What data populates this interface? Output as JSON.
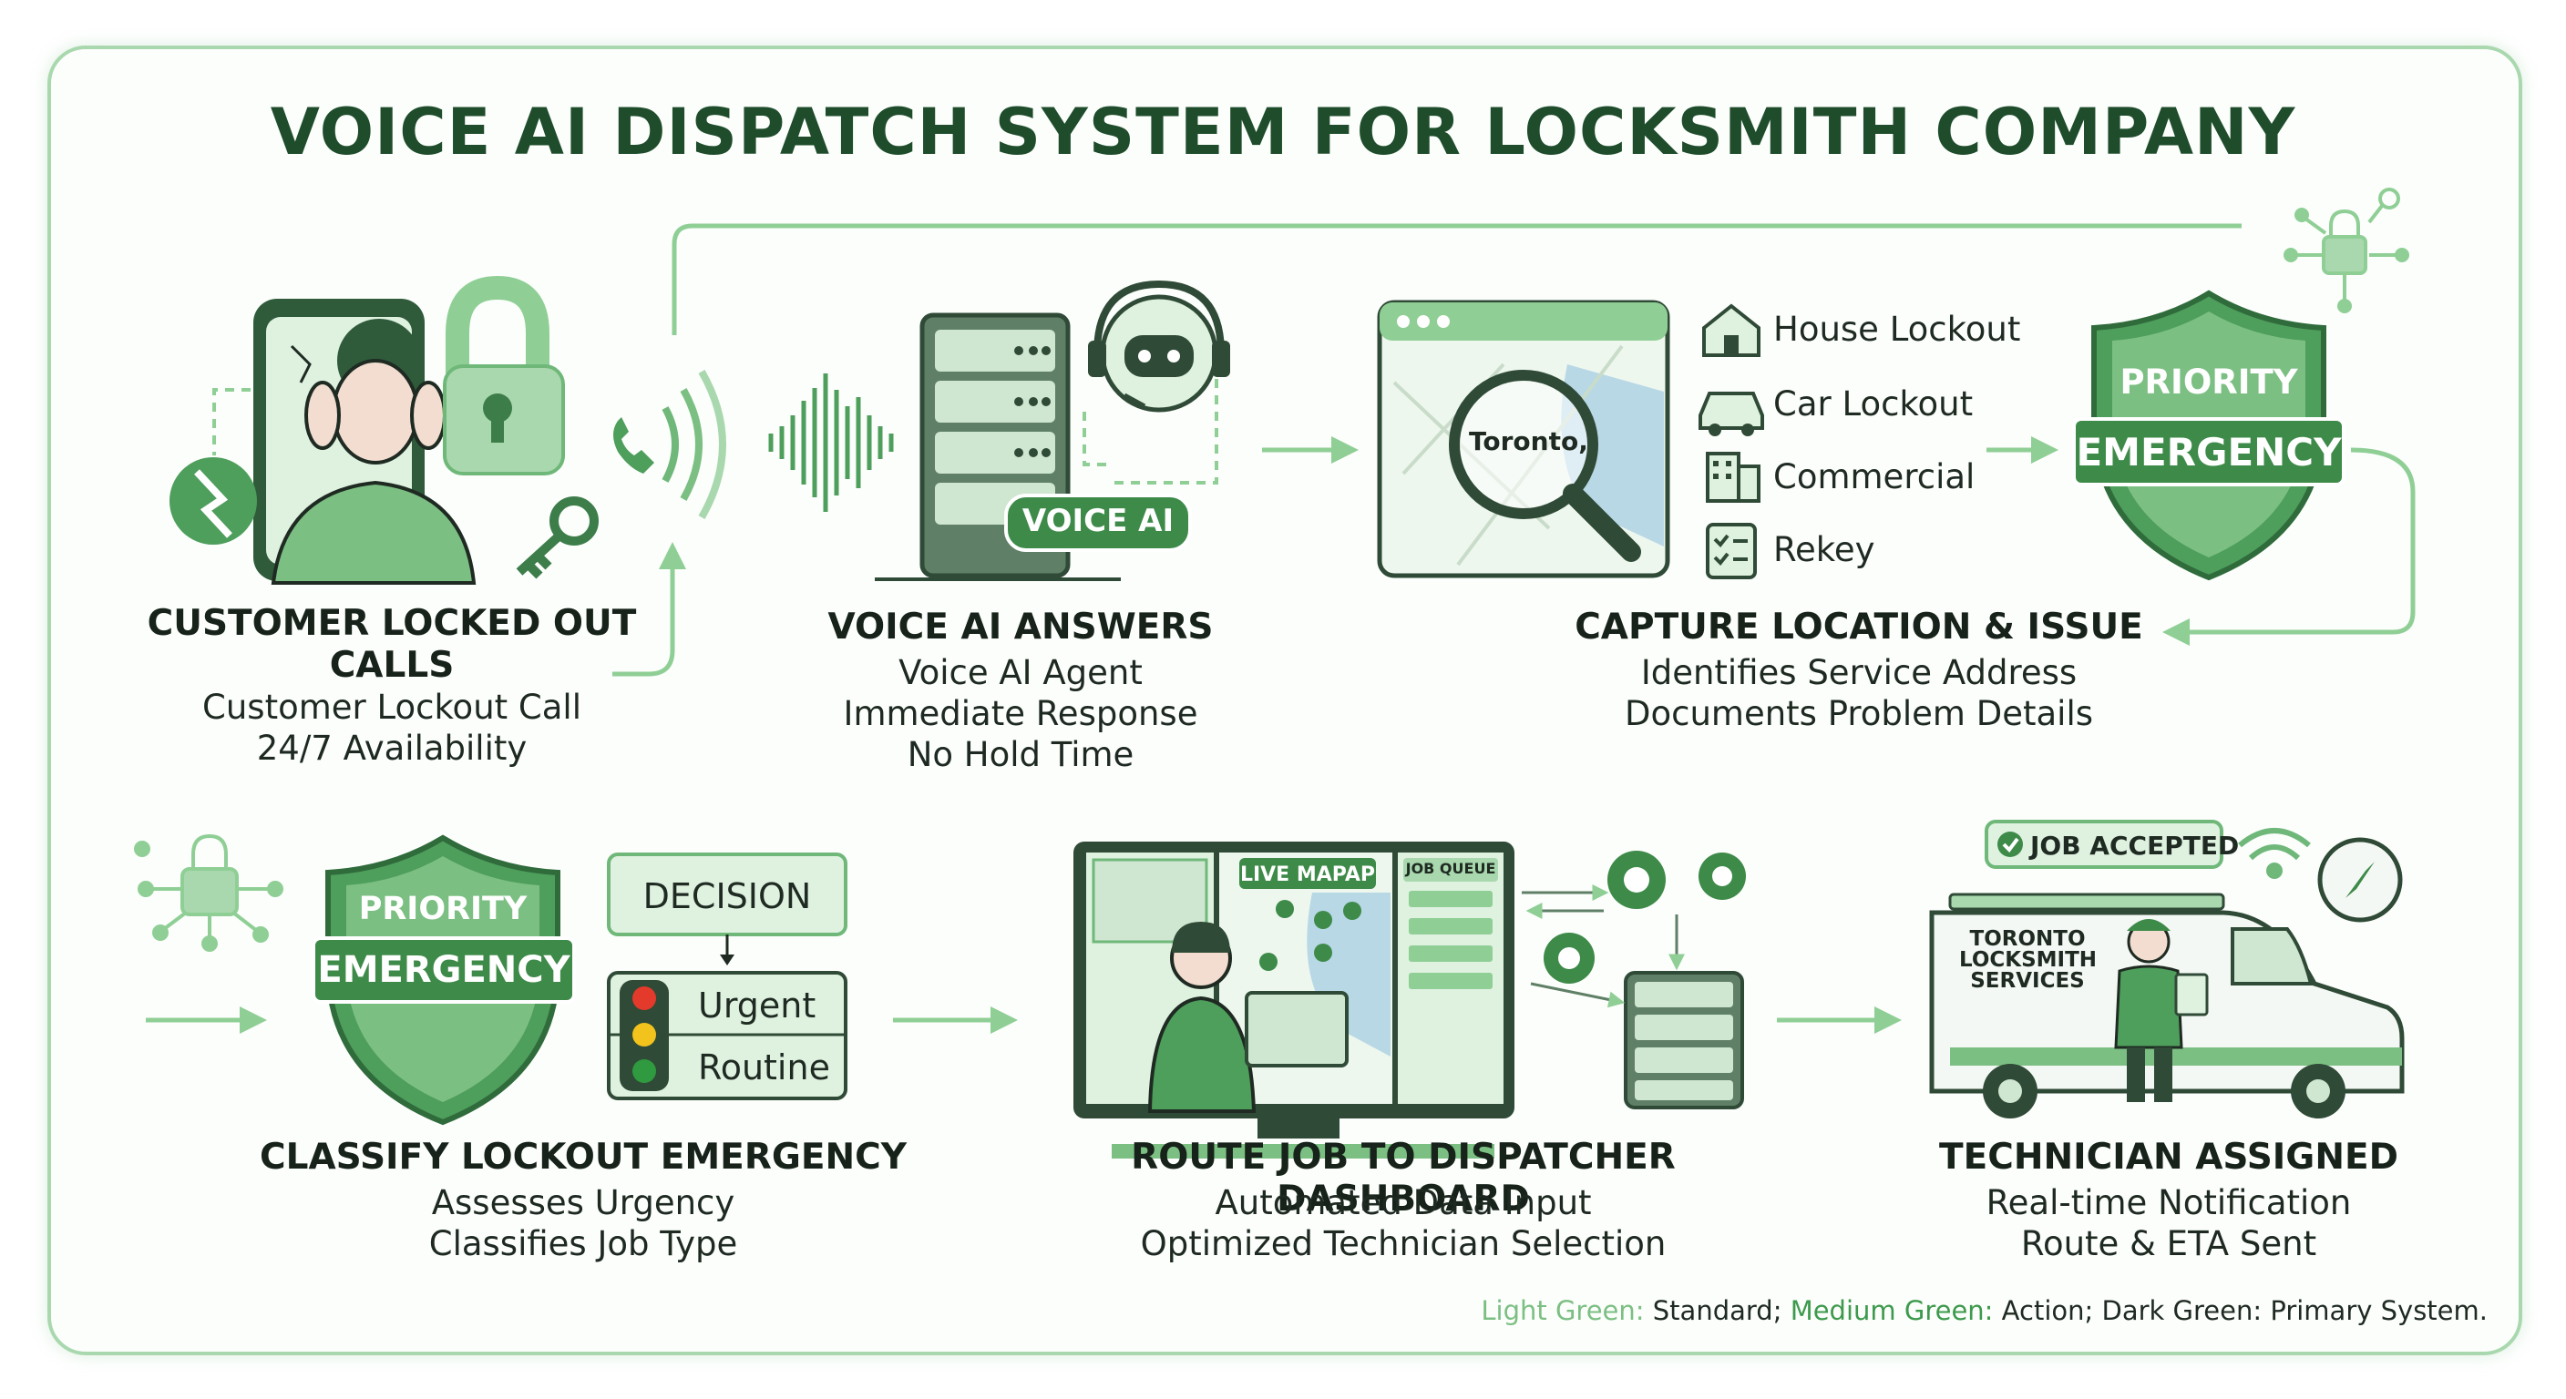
{
  "title": "VOICE AI DISPATCH SYSTEM FOR LOCKSMITH COMPANY",
  "steps": [
    {
      "heading_lines": [
        "CUSTOMER LOCKED OUT",
        "CALLS"
      ],
      "lines": [
        "Customer Lockout Call",
        "24/7 Availability"
      ],
      "icons": [
        "phone-person-icon",
        "padlock-icon",
        "broken-key-icon",
        "key-icon",
        "phone-wave-icon"
      ]
    },
    {
      "heading_lines": [
        "VOICE AI ANSWERS"
      ],
      "lines": [
        "Voice AI Agent",
        "Immediate Response",
        "No Hold Time"
      ],
      "badge": "VOICE AI",
      "icons": [
        "sound-wave-icon",
        "server-icon",
        "robot-headset-icon"
      ]
    },
    {
      "heading_lines": [
        "CAPTURE LOCATION & ISSUE"
      ],
      "lines": [
        "Identifies Service Address",
        "Documents Problem Details"
      ],
      "map_label": "Toronto,",
      "issue_types": [
        {
          "label": "House Lockout",
          "icon": "house-icon"
        },
        {
          "label": "Car Lockout",
          "icon": "car-icon"
        },
        {
          "label": "Commercial",
          "icon": "building-icon"
        },
        {
          "label": "Rekey",
          "icon": "checklist-icon"
        }
      ]
    },
    {
      "heading_lines": [
        "CLASSIFY LOCKOUT EMERGENCY"
      ],
      "lines": [
        "Assesses Urgency",
        "Classifies Job Type"
      ],
      "decision": "DECISION",
      "options": [
        "Urgent",
        "Routine"
      ]
    },
    {
      "heading_lines": [
        "ROUTE JOB TO DISPATCHER DASHBOARD"
      ],
      "lines": [
        "Automated Data Input",
        "Optimized Technician Selection"
      ],
      "map_panel": "LIVE MAPAP",
      "queue_panel": "JOB QUEUE"
    },
    {
      "heading_lines": [
        "TECHNICIAN ASSIGNED"
      ],
      "lines": [
        "Real-time Notification",
        "Route & ETA Sent"
      ],
      "badge": "JOB ACCEPTED",
      "van_text": [
        "TORONTO",
        "LOCKSMITH",
        "SERVICES"
      ]
    }
  ],
  "shield": {
    "top": "PRIORITY",
    "banner": "EMERGENCY"
  },
  "legend": {
    "light": "Light Green:",
    "light_desc": " Standard; ",
    "medium": "Medium Green:",
    "medium_desc": " Action; ",
    "dark": "Dark Green: Primary System."
  },
  "colors": {
    "dark": "#1f4d2c",
    "medium": "#3d9a4c",
    "light": "#a9d8ae",
    "pale": "#dff2e0",
    "mid": "#6fb87a"
  }
}
